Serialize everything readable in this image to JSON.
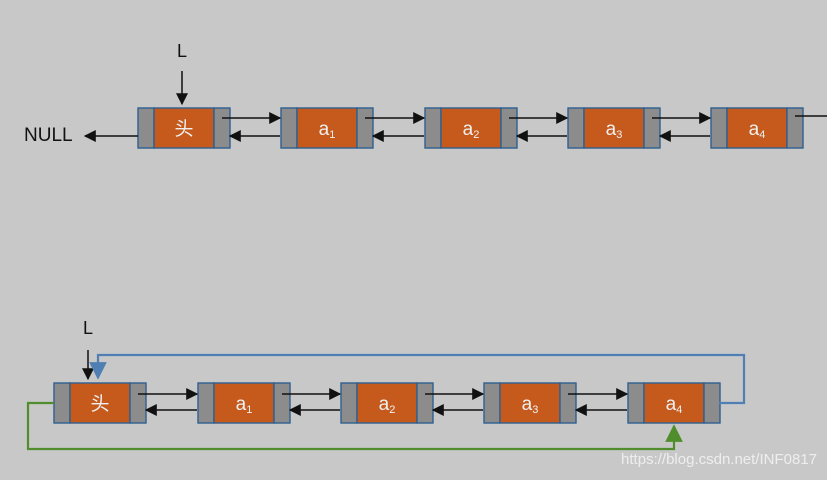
{
  "diagram": {
    "pointer_top": "L",
    "null_label": "NULL",
    "pointer_bottom": "L",
    "watermark": "https://blog.csdn.net/INF0817",
    "top_nodes": [
      {
        "label": "头"
      },
      {
        "label": "a",
        "sub": "1"
      },
      {
        "label": "a",
        "sub": "2"
      },
      {
        "label": "a",
        "sub": "3"
      },
      {
        "label": "a",
        "sub": "4"
      }
    ],
    "bottom_nodes": [
      {
        "label": "头"
      },
      {
        "label": "a",
        "sub": "1"
      },
      {
        "label": "a",
        "sub": "2"
      },
      {
        "label": "a",
        "sub": "3"
      },
      {
        "label": "a",
        "sub": "4"
      }
    ]
  },
  "colors": {
    "background": "#c8c8c8",
    "node_outer": "#8c8c8c",
    "node_data": "#c55a1c",
    "node_text": "#f0f0f0",
    "node_border": "#2f5f8f",
    "arrow": "#111111",
    "blue_link": "#4f7fb3",
    "green_link": "#4f8d2d"
  }
}
